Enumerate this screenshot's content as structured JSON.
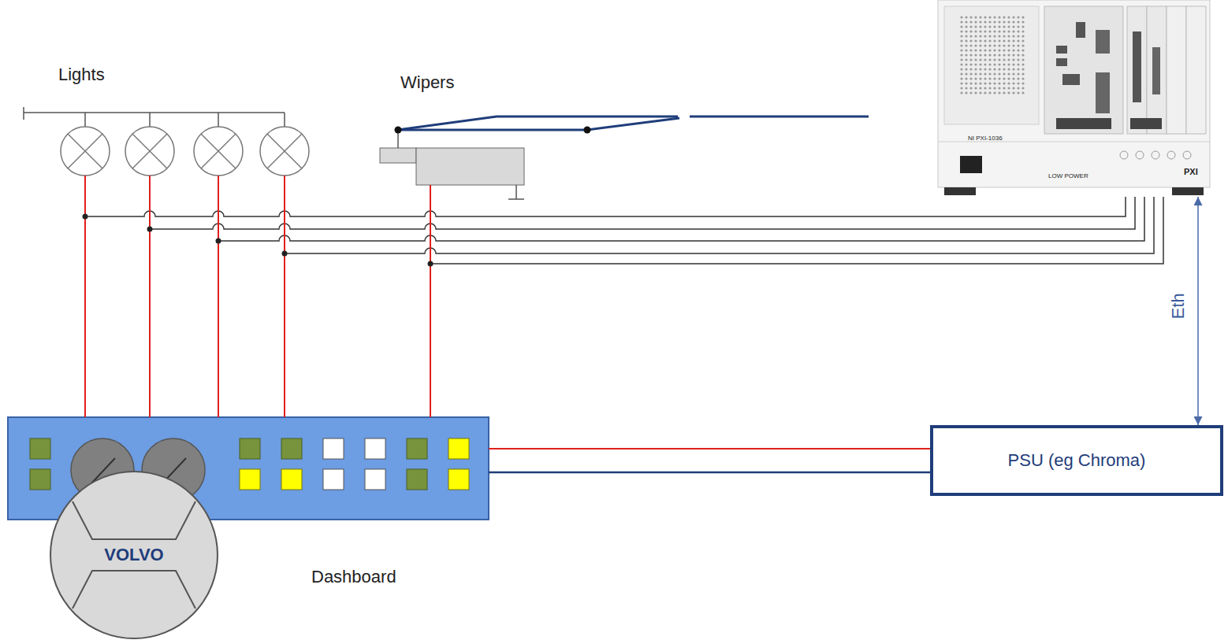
{
  "diagram": {
    "nodes": [
      {
        "text": [
          "Lights"
        ]
      },
      {
        "text": [
          "Wipers"
        ]
      },
      {
        "text": [
          "NI PXI-1036",
          "LOW POWER",
          "PXI"
        ]
      },
      {
        "text": [
          "Dashboard"
        ]
      },
      {
        "text": [
          "VOLVO"
        ],
        "in": 3
      },
      {
        "text": [
          "PSU (eg Chroma)"
        ]
      }
    ],
    "edges": [
      {
        "from": 0,
        "to": 2,
        "arrow": "none"
      },
      {
        "from": 0,
        "to": 2,
        "arrow": "none"
      },
      {
        "from": 0,
        "to": 2,
        "arrow": "none"
      },
      {
        "from": 0,
        "to": 2,
        "arrow": "none"
      },
      {
        "from": 1,
        "to": 2,
        "arrow": "none"
      },
      {
        "from": 3,
        "to": 0,
        "arrow": "none"
      },
      {
        "from": 3,
        "to": 0,
        "arrow": "none"
      },
      {
        "from": 3,
        "to": 0,
        "arrow": "none"
      },
      {
        "from": 3,
        "to": 0,
        "arrow": "none"
      },
      {
        "from": 3,
        "to": 1,
        "arrow": "none"
      },
      {
        "from": 3,
        "to": 5,
        "arrow": "none"
      },
      {
        "from": 3,
        "to": 5,
        "arrow": "none"
      },
      {
        "from": 2,
        "to": 5,
        "label": "Eth",
        "arrow": "both"
      }
    ]
  }
}
